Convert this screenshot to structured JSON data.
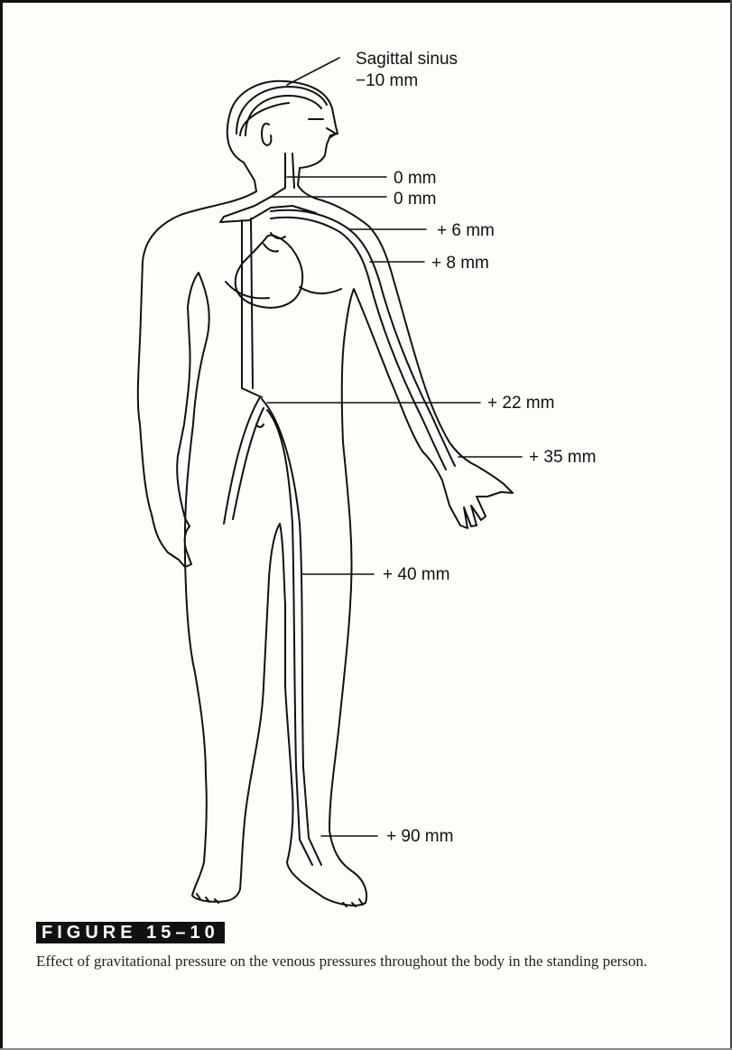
{
  "labels": {
    "sagittal_line1": "Sagittal sinus",
    "sagittal_line2": "−10 mm",
    "neck_upper": "0 mm",
    "neck_lower": "0 mm",
    "shoulder": "+ 6 mm",
    "upper_arm": "+ 8 mm",
    "abdomen": "+ 22 mm",
    "wrist": "+ 35 mm",
    "thigh": "+ 40 mm",
    "ankle": "+ 90 mm"
  },
  "figure": {
    "badge": "FIGURE 15–10",
    "caption": "Effect of gravitational pressure on the venous pressures throughout the body in the standing person."
  },
  "colors": {
    "ink": "#111111",
    "paper": "#fdfdfa",
    "badge_bg": "#111111",
    "badge_text": "#ffffff"
  }
}
